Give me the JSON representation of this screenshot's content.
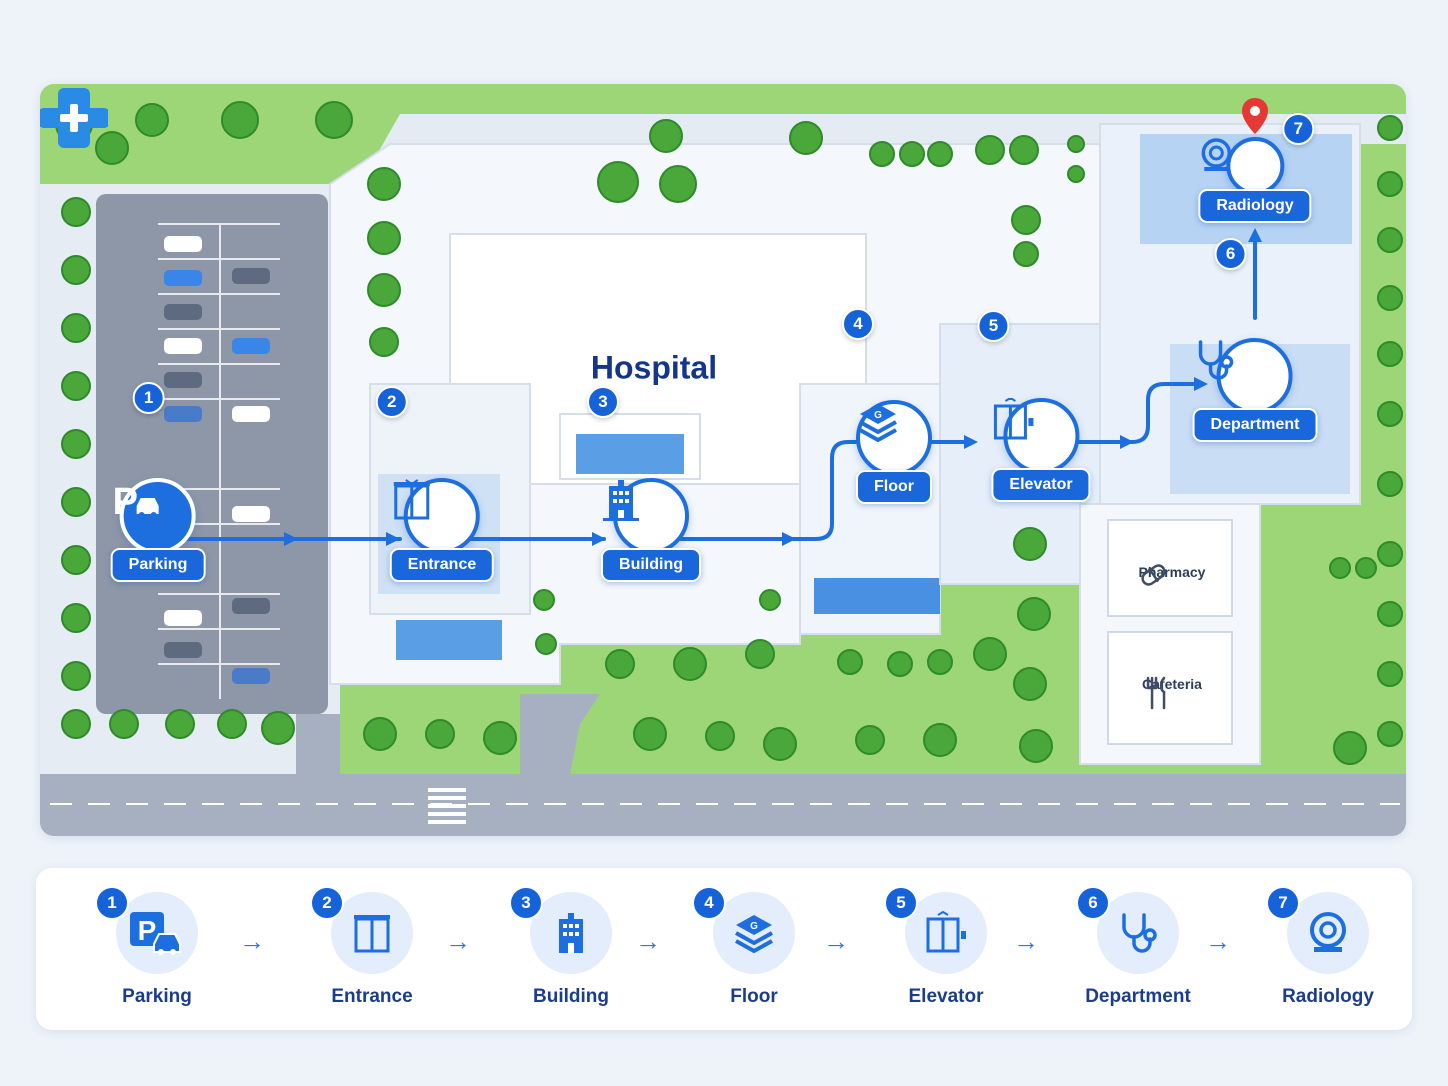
{
  "map": {
    "building_title": "Hospital",
    "colors": {
      "route": "#1d6fe0",
      "grass": "#8fd16a",
      "road": "#a8b2c4",
      "accent": "#1662d9"
    },
    "nodes": [
      {
        "num": "1",
        "label": "Parking",
        "icon": "parking-icon"
      },
      {
        "num": "2",
        "label": "Entrance",
        "icon": "door-icon"
      },
      {
        "num": "3",
        "label": "Building",
        "icon": "building-icon"
      },
      {
        "num": "4",
        "label": "Floor",
        "icon": "floor-layers-icon"
      },
      {
        "num": "5",
        "label": "Elevator",
        "icon": "elevator-icon"
      },
      {
        "num": "6",
        "label": "Department",
        "icon": "stethoscope-icon"
      },
      {
        "num": "7",
        "label": "Radiology",
        "icon": "scanner-icon"
      }
    ],
    "pois": [
      {
        "label": "Pharmacy",
        "icon": "pill-icon"
      },
      {
        "label": "Cafeteria",
        "icon": "cutlery-icon"
      }
    ],
    "floor_letter": "G"
  },
  "legend": {
    "steps": [
      {
        "num": "1",
        "label": "Parking"
      },
      {
        "num": "2",
        "label": "Entrance"
      },
      {
        "num": "3",
        "label": "Building"
      },
      {
        "num": "4",
        "label": "Floor"
      },
      {
        "num": "5",
        "label": "Elevator"
      },
      {
        "num": "6",
        "label": "Department"
      },
      {
        "num": "7",
        "label": "Radiology"
      }
    ],
    "arrow_glyph": "→"
  }
}
